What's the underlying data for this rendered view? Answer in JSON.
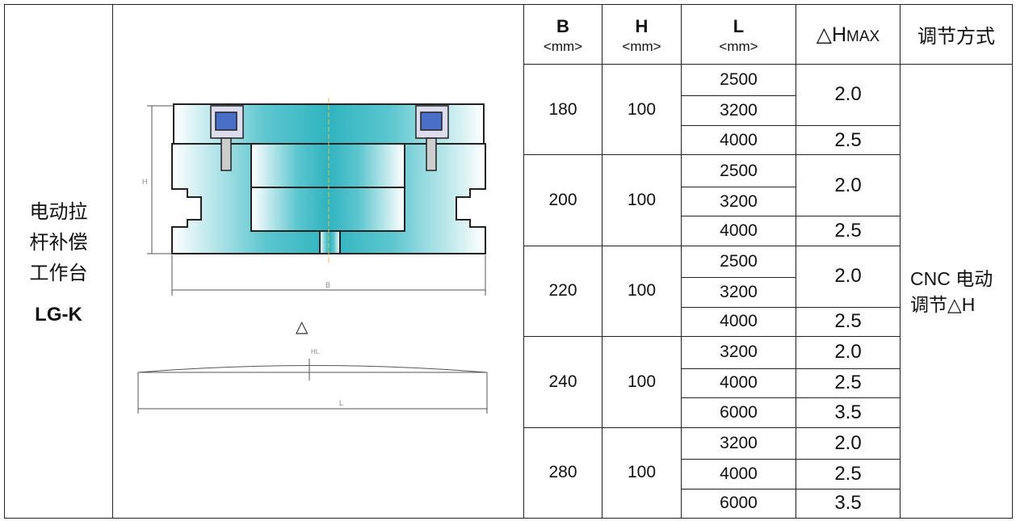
{
  "product": {
    "name_lines": [
      "电动拉",
      "杆补偿",
      "工作台"
    ],
    "model": "LG-K"
  },
  "diagram": {
    "label_b": "B",
    "label_h": "H",
    "label_l": "L",
    "label_delta": "△",
    "label_hl": "HL"
  },
  "header": {
    "b": "B",
    "h": "H",
    "l": "L",
    "unit": "<mm>",
    "dh": "△H",
    "dh_sub": "MAX",
    "method": "调节方式"
  },
  "method_value": [
    "CNC 电动",
    "调节△H"
  ],
  "groups": [
    {
      "b": "180",
      "h": "100",
      "l": [
        "2500",
        "3200",
        "4000"
      ],
      "dh": [
        "2.0",
        "2.5"
      ]
    },
    {
      "b": "200",
      "h": "100",
      "l": [
        "2500",
        "3200",
        "4000"
      ],
      "dh": [
        "2.0",
        "2.5"
      ]
    },
    {
      "b": "220",
      "h": "100",
      "l": [
        "2500",
        "3200",
        "4000"
      ],
      "dh": [
        "2.0",
        "2.5"
      ]
    },
    {
      "b": "240",
      "h": "100",
      "l": [
        "3200",
        "4000",
        "6000"
      ],
      "dh": [
        "2.0",
        "2.5",
        "3.5"
      ]
    },
    {
      "b": "280",
      "h": "100",
      "l": [
        "3200",
        "4000",
        "6000"
      ],
      "dh": [
        "2.0",
        "2.5",
        "3.5"
      ]
    }
  ]
}
